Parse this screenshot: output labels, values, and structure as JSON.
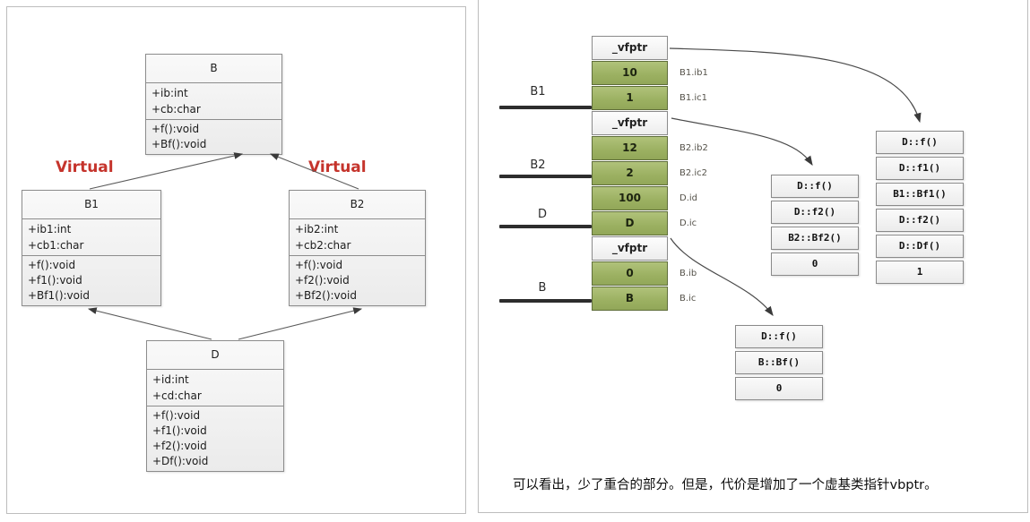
{
  "left": {
    "virtual_left": "Virtual",
    "virtual_right": "Virtual",
    "classes": [
      {
        "title": "B",
        "attributes": [
          "+ib:int",
          "+cb:char"
        ],
        "methods": [
          "+f():void",
          "+Bf():void"
        ]
      },
      {
        "title": "B1",
        "attributes": [
          "+ib1:int",
          "+cb1:char"
        ],
        "methods": [
          "+f():void",
          "+f1():void",
          "+Bf1():void"
        ]
      },
      {
        "title": "B2",
        "attributes": [
          "+ib2:int",
          "+cb2:char"
        ],
        "methods": [
          "+f():void",
          "+f2():void",
          "+Bf2():void"
        ]
      },
      {
        "title": "D",
        "attributes": [
          "+id:int",
          "+cd:char"
        ],
        "methods": [
          "+f():void",
          "+f1():void",
          "+f2():void",
          "+Df():void"
        ]
      }
    ]
  },
  "right": {
    "memory": [
      {
        "value": "_vfptr",
        "label": ""
      },
      {
        "value": "10",
        "label": "B1.ib1"
      },
      {
        "value": "1",
        "label": "B1.ic1"
      },
      {
        "value": "_vfptr",
        "label": ""
      },
      {
        "value": "12",
        "label": "B2.ib2"
      },
      {
        "value": "2",
        "label": "B2.ic2"
      },
      {
        "value": "100",
        "label": "D.id"
      },
      {
        "value": "D",
        "label": "D.ic"
      },
      {
        "value": "_vfptr",
        "label": ""
      },
      {
        "value": "0",
        "label": "B.ib"
      },
      {
        "value": "B",
        "label": "B.ic"
      }
    ],
    "sections": [
      {
        "label": "B1"
      },
      {
        "label": "B2"
      },
      {
        "label": "D"
      },
      {
        "label": "B"
      }
    ],
    "vtables": [
      {
        "rows": [
          "D::f()",
          "D::f1()",
          "B1::Bf1()",
          "D::f2()",
          "D::Df()",
          "1"
        ]
      },
      {
        "rows": [
          "D::f()",
          "D::f2()",
          "B2::Bf2()",
          "0"
        ]
      },
      {
        "rows": [
          "D::f()",
          "B::Bf()",
          "0"
        ]
      }
    ],
    "caption": "可以看出，少了重合的部分。但是，代价是增加了一个虚基类指针vbptr。"
  },
  "colors": {
    "green_cell": "#9bb061",
    "green_border": "#5f6e3a",
    "virtual_red": "#c5342c",
    "panel_border": "#bdbdbd",
    "section_line": "#2d2d2d"
  }
}
